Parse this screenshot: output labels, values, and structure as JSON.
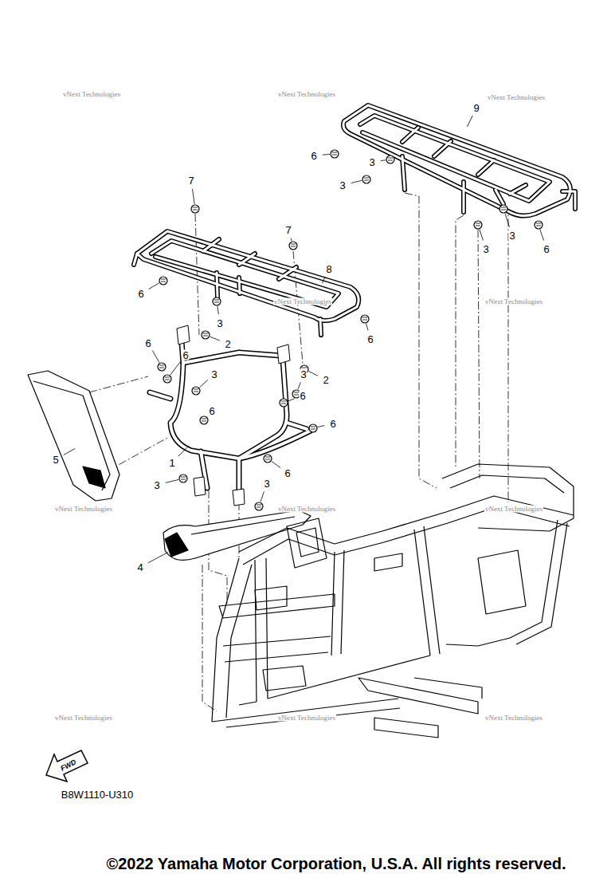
{
  "diagram": {
    "labels": [
      "9",
      "6",
      "3",
      "3",
      "7",
      "3",
      "7",
      "6",
      "3",
      "8",
      "6",
      "3",
      "6",
      "6",
      "2",
      "6",
      "3",
      "3",
      "2",
      "6",
      "6",
      "6",
      "5",
      "1",
      "6",
      "3",
      "3",
      "4",
      "FWD",
      "B8W1110-U310",
      "©2022 Yamaha Motor Corporation, U.S.A. All rights reserved.",
      "vNext Technologies",
      "vNext Technologies",
      "vNext Technologies",
      "vNext Technologies",
      "vNext Technologies",
      "vNext Technologies",
      "vNext Technologies",
      "vNext Technologies",
      "vNext Technologies",
      "vNext Technologies",
      "vNext Technologies"
    ]
  }
}
